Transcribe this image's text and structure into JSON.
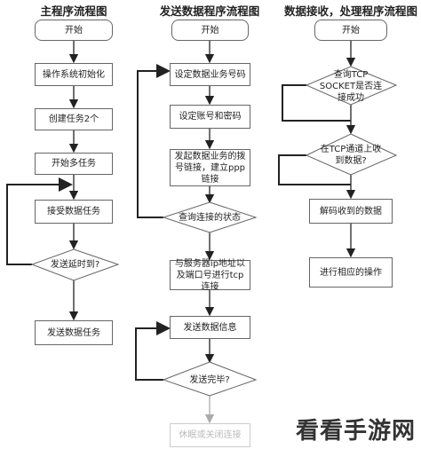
{
  "columns": [
    {
      "title": "主程序流程图"
    },
    {
      "title": "发送数据程序流程图"
    },
    {
      "title": "数据接收，处理程序流程图"
    }
  ],
  "col1": {
    "start": "开始",
    "init": "操作系统初始化",
    "create": "创建任务2个",
    "multitask": "开始多任务",
    "receive": "接受数据任务",
    "timeout": "发送延时到?",
    "send": "发送数据任务"
  },
  "col2": {
    "start": "开始",
    "set_business": "设定数据业务号码",
    "set_account": "设定账号和密码",
    "dial": "发起数据业务的拨号链接，建立ppp链接",
    "query": "查询连接的状态",
    "connect_server": "与服务器ip地址以及端口号进行tcp连接",
    "send_info": "发送数据信息",
    "send_done": "发送完毕?",
    "sleep_close": "休眠或关闭连接"
  },
  "col3": {
    "start": "开始",
    "query_socket": "查询TCP SOCKET是否连接成功",
    "received": "在TCP通道上收到数据?",
    "decode": "解码收到的数据",
    "process": "进行相应的操作"
  },
  "watermark": "看看手游网"
}
